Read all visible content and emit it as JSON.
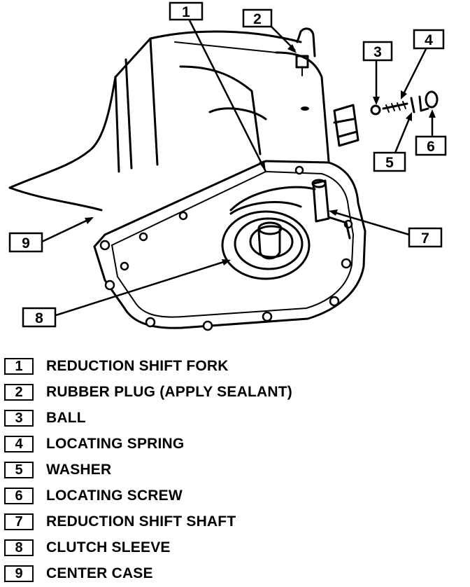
{
  "callouts": [
    "1",
    "2",
    "3",
    "4",
    "5",
    "6",
    "7",
    "8",
    "9"
  ],
  "legend": [
    {
      "num": "1",
      "label": "REDUCTION SHIFT FORK"
    },
    {
      "num": "2",
      "label": "RUBBER PLUG (APPLY SEALANT)"
    },
    {
      "num": "3",
      "label": "BALL"
    },
    {
      "num": "4",
      "label": "LOCATING SPRING"
    },
    {
      "num": "5",
      "label": "WASHER"
    },
    {
      "num": "6",
      "label": "LOCATING SCREW"
    },
    {
      "num": "7",
      "label": "REDUCTION SHIFT SHAFT"
    },
    {
      "num": "8",
      "label": "CLUTCH SLEEVE"
    },
    {
      "num": "9",
      "label": "CENTER CASE"
    }
  ]
}
